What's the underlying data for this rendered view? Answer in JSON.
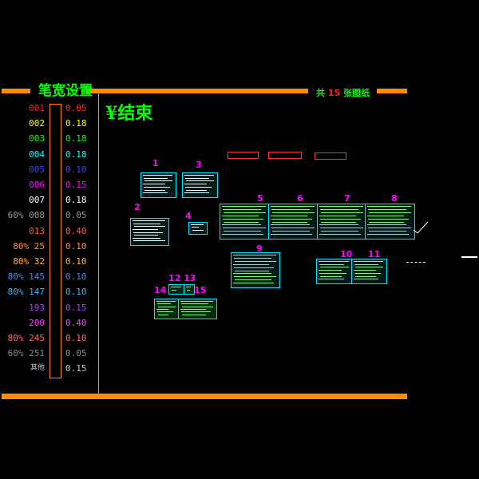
{
  "header": {
    "title": "笔宽设置",
    "total_prefix": "共",
    "total_count": "15",
    "total_suffix": "张图纸",
    "end_label": "¥结束"
  },
  "pen_table": [
    {
      "name": "001",
      "width": "0.05",
      "color": "#ff2020"
    },
    {
      "name": "002",
      "width": "0.18",
      "color": "#ffff00"
    },
    {
      "name": "003",
      "width": "0.18",
      "color": "#00ff00"
    },
    {
      "name": "004",
      "width": "0.18",
      "color": "#00ffff"
    },
    {
      "name": "005",
      "width": "0.10",
      "color": "#4040ff"
    },
    {
      "name": "006",
      "width": "0.15",
      "color": "#ff00ff"
    },
    {
      "name": "007",
      "width": "0.18",
      "color": "#ffffff"
    },
    {
      "name": "60% 008",
      "width": "0.05",
      "color": "#999999"
    },
    {
      "name": "013",
      "width": "0.40",
      "color": "#ff5a3c"
    },
    {
      "name": "80% 25",
      "width": "0.10",
      "color": "#ff8c3c"
    },
    {
      "name": "80% 32",
      "width": "0.10",
      "color": "#ffb43c"
    },
    {
      "name": "80% 145",
      "width": "0.10",
      "color": "#3c8cff"
    },
    {
      "name": "80% 147",
      "width": "0.10",
      "color": "#3cb4ff"
    },
    {
      "name": "193",
      "width": "0.15",
      "color": "#b43cff"
    },
    {
      "name": "200",
      "width": "0.40",
      "color": "#ff3cff"
    },
    {
      "name": "80% 245",
      "width": "0.10",
      "color": "#ff6464"
    },
    {
      "name": "60% 251",
      "width": "0.05",
      "color": "#888888"
    },
    {
      "name": "其他",
      "width": "0.15",
      "color": "#cccccc"
    }
  ],
  "sheets": [
    {
      "n": "1"
    },
    {
      "n": "2"
    },
    {
      "n": "3"
    },
    {
      "n": "4"
    },
    {
      "n": "5"
    },
    {
      "n": "6"
    },
    {
      "n": "7"
    },
    {
      "n": "8"
    },
    {
      "n": "9"
    },
    {
      "n": "10"
    },
    {
      "n": "11"
    },
    {
      "n": "12"
    },
    {
      "n": "13"
    },
    {
      "n": "14"
    },
    {
      "n": "15"
    }
  ],
  "colors": {
    "accent": "#ff8c00",
    "title": "#00ff00",
    "sheet_border": "#00e5ff",
    "sheet_number": "#ff00ff",
    "count": "#ff2020"
  }
}
